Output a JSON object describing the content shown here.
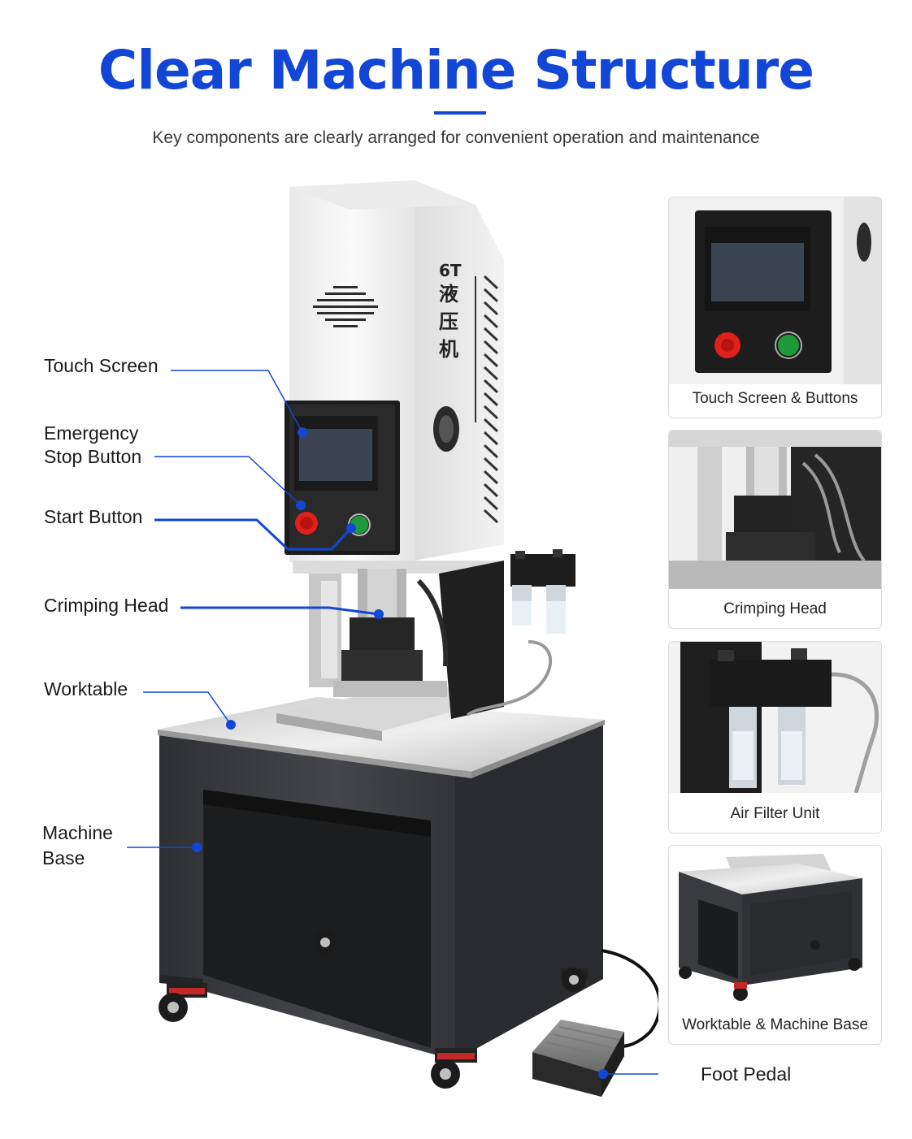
{
  "header": {
    "title": "Clear Machine Structure",
    "subtitle": "Key components are clearly arranged for convenient operation and maintenance"
  },
  "machine": {
    "tonnage": "6T",
    "model_chars": [
      "液",
      "压",
      "机"
    ]
  },
  "callouts": {
    "touch_screen": "Touch Screen",
    "emergency_line1": "Emergency",
    "emergency_line2": "Stop Button",
    "start_button": "Start Button",
    "crimping_head": "Crimping Head",
    "worktable": "Worktable",
    "machine_base_line1": "Machine",
    "machine_base_line2": "Base",
    "foot_pedal": "Foot Pedal"
  },
  "detail_cards": [
    {
      "caption": "Touch Screen & Buttons"
    },
    {
      "caption": "Crimping Head"
    },
    {
      "caption": "Air Filter Unit"
    },
    {
      "caption": "Worktable & Machine Base"
    }
  ],
  "colors": {
    "accent": "#1246d6",
    "machine_white": "#f4f4f4",
    "base_dark": "#3a3b3e",
    "stop_red": "#e0201b",
    "start_green": "#1f9a3b"
  }
}
